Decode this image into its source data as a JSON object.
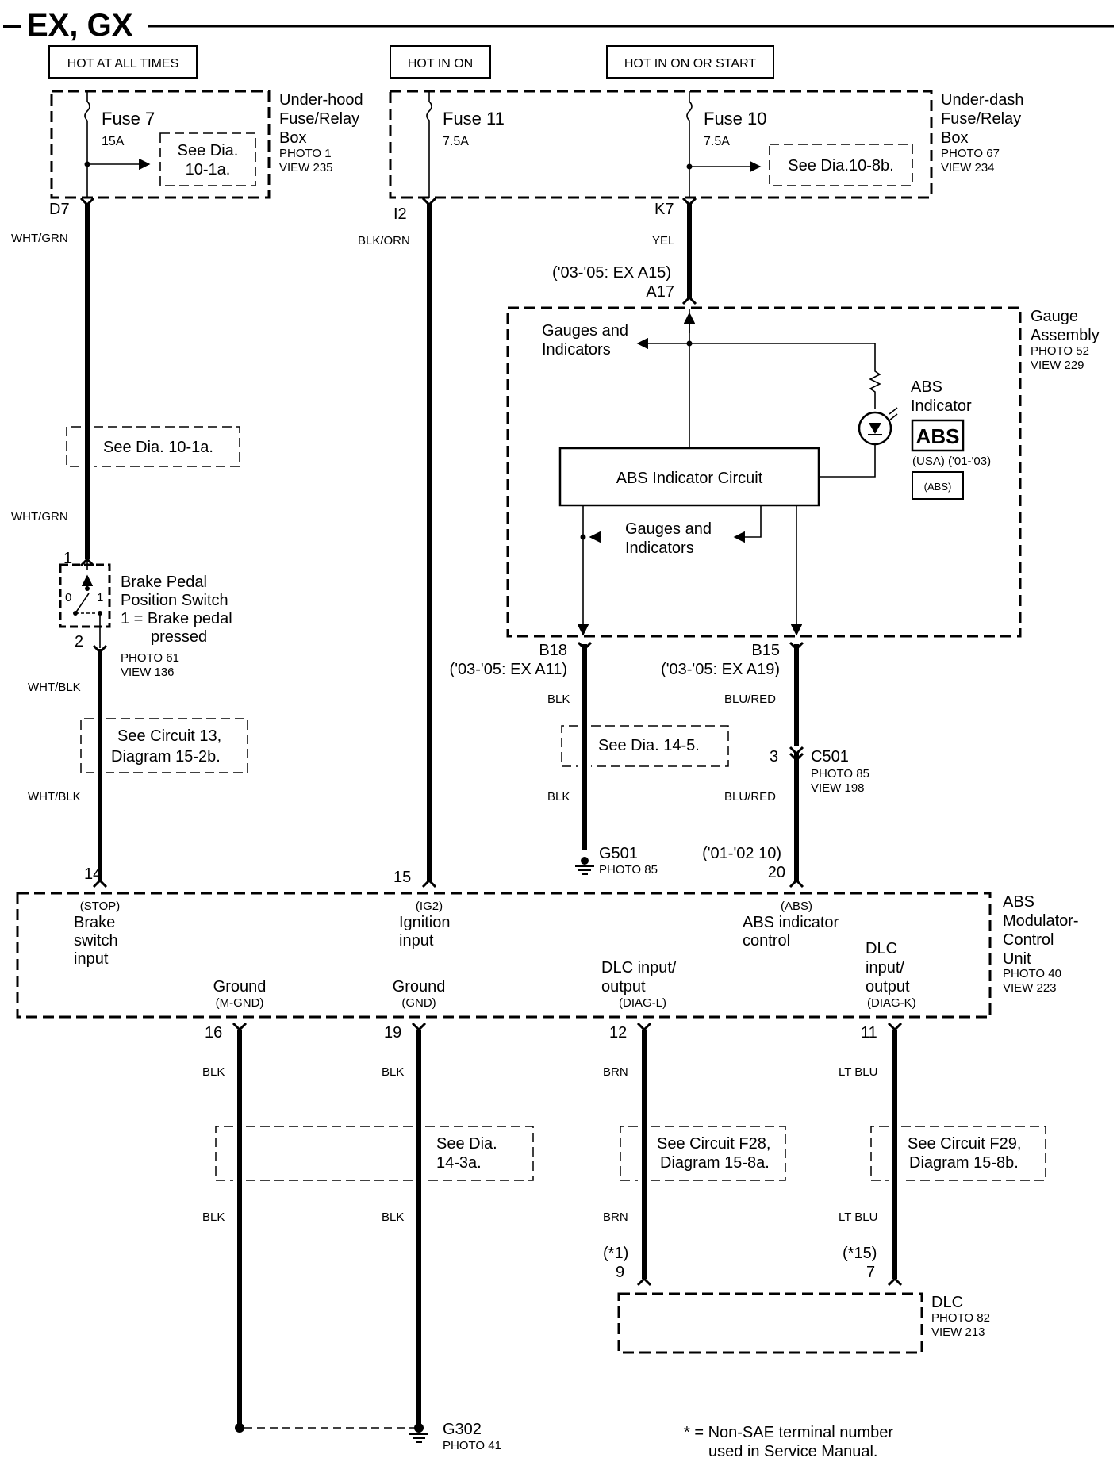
{
  "title": "EX, GX",
  "power": {
    "hot_at_all_times": "HOT AT ALL TIMES",
    "hot_in_on": "HOT IN ON",
    "hot_in_on_or_start": "HOT IN ON OR START"
  },
  "underhood_box": {
    "name": [
      "Under-hood",
      "Fuse/Relay",
      "Box"
    ],
    "photo": "PHOTO 1",
    "view": "VIEW 235",
    "fuse": "Fuse 7",
    "rating": "15A",
    "see": [
      "See Dia.",
      "10-1a."
    ],
    "terminal": "D7"
  },
  "underdash_box": {
    "name": [
      "Under-dash",
      "Fuse/Relay",
      "Box"
    ],
    "photo": "PHOTO 67",
    "view": "VIEW 234",
    "fuse11": "Fuse 11",
    "fuse11_rating": "7.5A",
    "fuse10": "Fuse 10",
    "fuse10_rating": "7.5A",
    "see": "See Dia.10-8b.",
    "terminal_i2": "I2",
    "terminal_k7": "K7"
  },
  "wires": {
    "wht_grn": "WHT/GRN",
    "blk_orn": "BLK/ORN",
    "yel": "YEL",
    "wht_blk": "WHT/BLK",
    "blk": "BLK",
    "blu_red": "BLU/RED",
    "brn": "BRN",
    "lt_blu": "LT BLU"
  },
  "gauge": {
    "name": [
      "Gauge",
      "Assembly"
    ],
    "photo": "PHOTO 52",
    "view": "VIEW 229",
    "alt_terminal": "('03-'05: EX A15)",
    "terminal": "A17",
    "gauges_indicators": [
      "Gauges and",
      "Indicators"
    ],
    "abs_indicator": [
      "ABS",
      "Indicator"
    ],
    "abs_symbol": "ABS",
    "usa_note": "(USA) ('01-'03)",
    "abs_circle": "(ABS)",
    "circuit": "ABS Indicator Circuit",
    "b18": "B18",
    "b18_alt": "('03-'05: EX A11)",
    "b15": "B15",
    "b15_alt": "('03-'05: EX A19)"
  },
  "see_notes": {
    "dia_10_1a": "See Dia. 10-1a.",
    "circuit13": [
      "See Circuit 13,",
      "Diagram 15-2b."
    ],
    "dia_14_5": "See Dia. 14-5.",
    "dia_14_3a": [
      "See Dia.",
      "14-3a."
    ],
    "f28": [
      "See Circuit F28,",
      "Diagram 15-8a."
    ],
    "f29": [
      "See Circuit F29,",
      "Diagram 15-8b."
    ]
  },
  "brake_switch": {
    "pin1": "1",
    "pin2": "2",
    "name": [
      "Brake Pedal",
      "Position Switch"
    ],
    "note": [
      "1 = Brake pedal",
      "pressed"
    ],
    "photo": "PHOTO 61",
    "view": "VIEW 136",
    "pos0": "0",
    "pos1": "1"
  },
  "g501": {
    "name": "G501",
    "photo": "PHOTO 85"
  },
  "c501": {
    "pin": "3",
    "name": "C501",
    "photo": "PHOTO 85",
    "view": "VIEW 198"
  },
  "abs_unit": {
    "name": [
      "ABS",
      "Modulator-",
      "Control",
      "Unit"
    ],
    "photo": "PHOTO 40",
    "view": "VIEW 223",
    "pin14": "14",
    "pin15": "15",
    "pin20": "20",
    "pin20_alt": "('01-'02 10)",
    "stop": "(STOP)",
    "brake_input": [
      "Brake",
      "switch",
      "input"
    ],
    "ig2": "(IG2)",
    "ignition_input": [
      "Ignition",
      "input"
    ],
    "abs_tag": "(ABS)",
    "indicator_control": [
      "ABS indicator",
      "control"
    ],
    "ground1": "Ground",
    "mgnd": "(M-GND)",
    "ground2": "Ground",
    "gnd": "(GND)",
    "dlc_io_l": [
      "DLC input/",
      "output"
    ],
    "diag_l": "(DIAG-L)",
    "dlc_io_k": [
      "DLC",
      "input/",
      "output"
    ],
    "diag_k": "(DIAG-K)",
    "pin16": "16",
    "pin19": "19",
    "pin12": "12",
    "pin11": "11"
  },
  "dlc": {
    "name": "DLC",
    "photo": "PHOTO 82",
    "view": "VIEW 213",
    "pin9_note": "(*1)",
    "pin9": "9",
    "pin7_note": "(*15)",
    "pin7": "7"
  },
  "g302": {
    "name": "G302",
    "photo": "PHOTO 41"
  },
  "footnote": [
    "* = Non-SAE terminal number",
    "used in Service Manual."
  ]
}
